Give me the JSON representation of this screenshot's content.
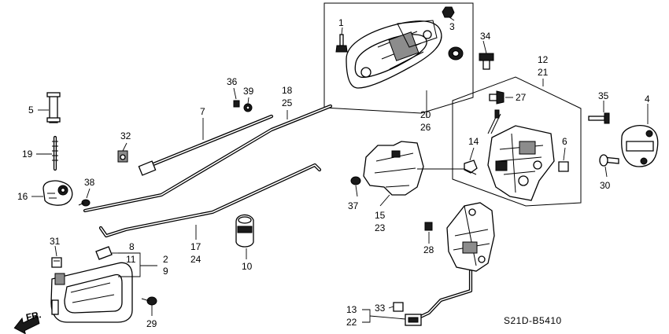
{
  "diagram_code": "S21D-B5410",
  "direction_label": "FR.",
  "callouts": {
    "c1": "1",
    "c2": "2",
    "c3": "3",
    "c4": "4",
    "c5": "5",
    "c6": "6",
    "c7": "7",
    "c8": "8",
    "c9": "9",
    "c10": "10",
    "c11": "11",
    "c12": "12",
    "c13": "13",
    "c14": "14",
    "c15": "15",
    "c16": "16",
    "c17": "17",
    "c18": "18",
    "c19": "19",
    "c20": "20",
    "c21": "21",
    "c22": "22",
    "c23": "23",
    "c24": "24",
    "c25": "25",
    "c26": "26",
    "c27": "27",
    "c28": "28",
    "c29": "29",
    "c30": "30",
    "c31": "31",
    "c32": "32",
    "c33": "33",
    "c34": "34",
    "c35": "35",
    "c36": "36",
    "c37": "37",
    "c38": "38",
    "c39": "39"
  }
}
